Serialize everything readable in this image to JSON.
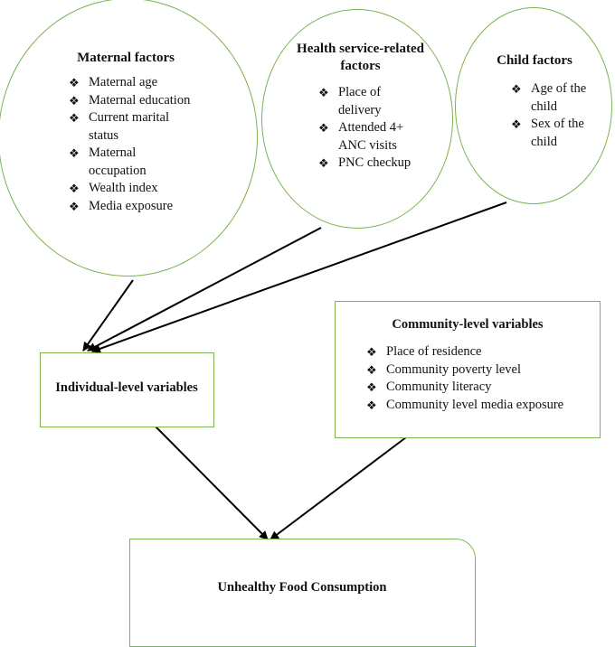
{
  "maternal": {
    "title": "Maternal factors",
    "items": [
      "Maternal age",
      "Maternal education",
      "Current marital status",
      "Maternal occupation",
      "Wealth index",
      "Media exposure"
    ]
  },
  "health": {
    "title": "Health service-related factors",
    "items": [
      "Place of delivery",
      "Attended 4+ ANC visits",
      "PNC checkup"
    ]
  },
  "child": {
    "title": "Child factors",
    "items": [
      "Age of the child",
      "Sex of the child"
    ]
  },
  "individual": {
    "title": "Individual-level variables"
  },
  "community": {
    "title": "Community-level variables",
    "items": [
      "Place of residence",
      "Community poverty level",
      "Community literacy",
      "Community level media exposure"
    ]
  },
  "outcome": {
    "title": "Unhealthy Food Consumption"
  },
  "colors": {
    "border": "#7ab34f",
    "arrow": "#000000"
  }
}
